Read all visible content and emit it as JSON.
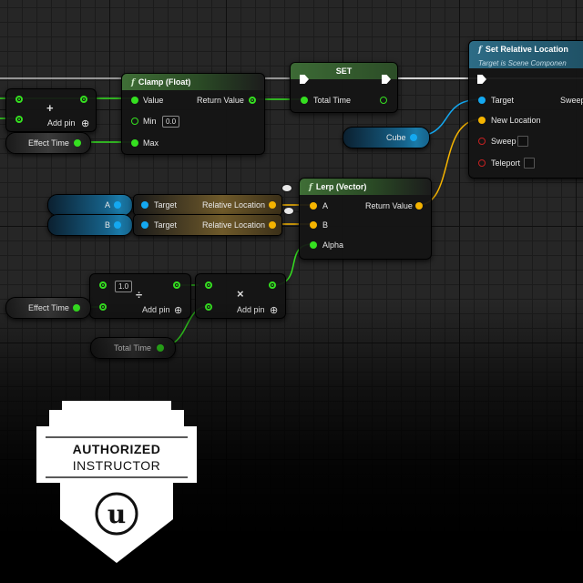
{
  "graph": {
    "nodes": {
      "clamp": {
        "title": "Clamp (Float)",
        "value": "Value",
        "min": "Min",
        "min_value": "0.0",
        "max": "Max",
        "return": "Return Value"
      },
      "set": {
        "title": "SET",
        "total_time": "Total Time"
      },
      "set_relative_location": {
        "title": "Set Relative Location",
        "subtitle": "Target is Scene Componen",
        "target": "Target",
        "new_location": "New Location",
        "sweep": "Sweep",
        "teleport": "Teleport",
        "sweep_out": "Sweep"
      },
      "lerp": {
        "title": "Lerp (Vector)",
        "a": "A",
        "b": "B",
        "alpha": "Alpha",
        "return": "Return Value"
      },
      "add_top": {
        "op": "+",
        "add_pin": "Add pin"
      },
      "divide": {
        "op": "÷",
        "value": "1.0",
        "add_pin": "Add pin"
      },
      "multiply": {
        "op": "×",
        "add_pin": "Add pin"
      },
      "rel_loc_a": {
        "target": "Target",
        "output": "Relative Location"
      },
      "rel_loc_b": {
        "target": "Target",
        "output": "Relative Location"
      }
    },
    "getters": {
      "effect_time_top": "Effect Time",
      "cube": "Cube",
      "var_a": "A",
      "var_b": "B",
      "effect_time_mid": "Effect Time",
      "total_time": "Total Time"
    },
    "pin_colors": {
      "exec": "#ffffff",
      "float": "#35e020",
      "object": "#14a8f0",
      "vector": "#f5b400",
      "bool": "#c42020"
    }
  },
  "badge": {
    "line1": "AUTHORIZED",
    "line2": "INSTRUCTOR",
    "logo": "unreal-engine-logo"
  }
}
